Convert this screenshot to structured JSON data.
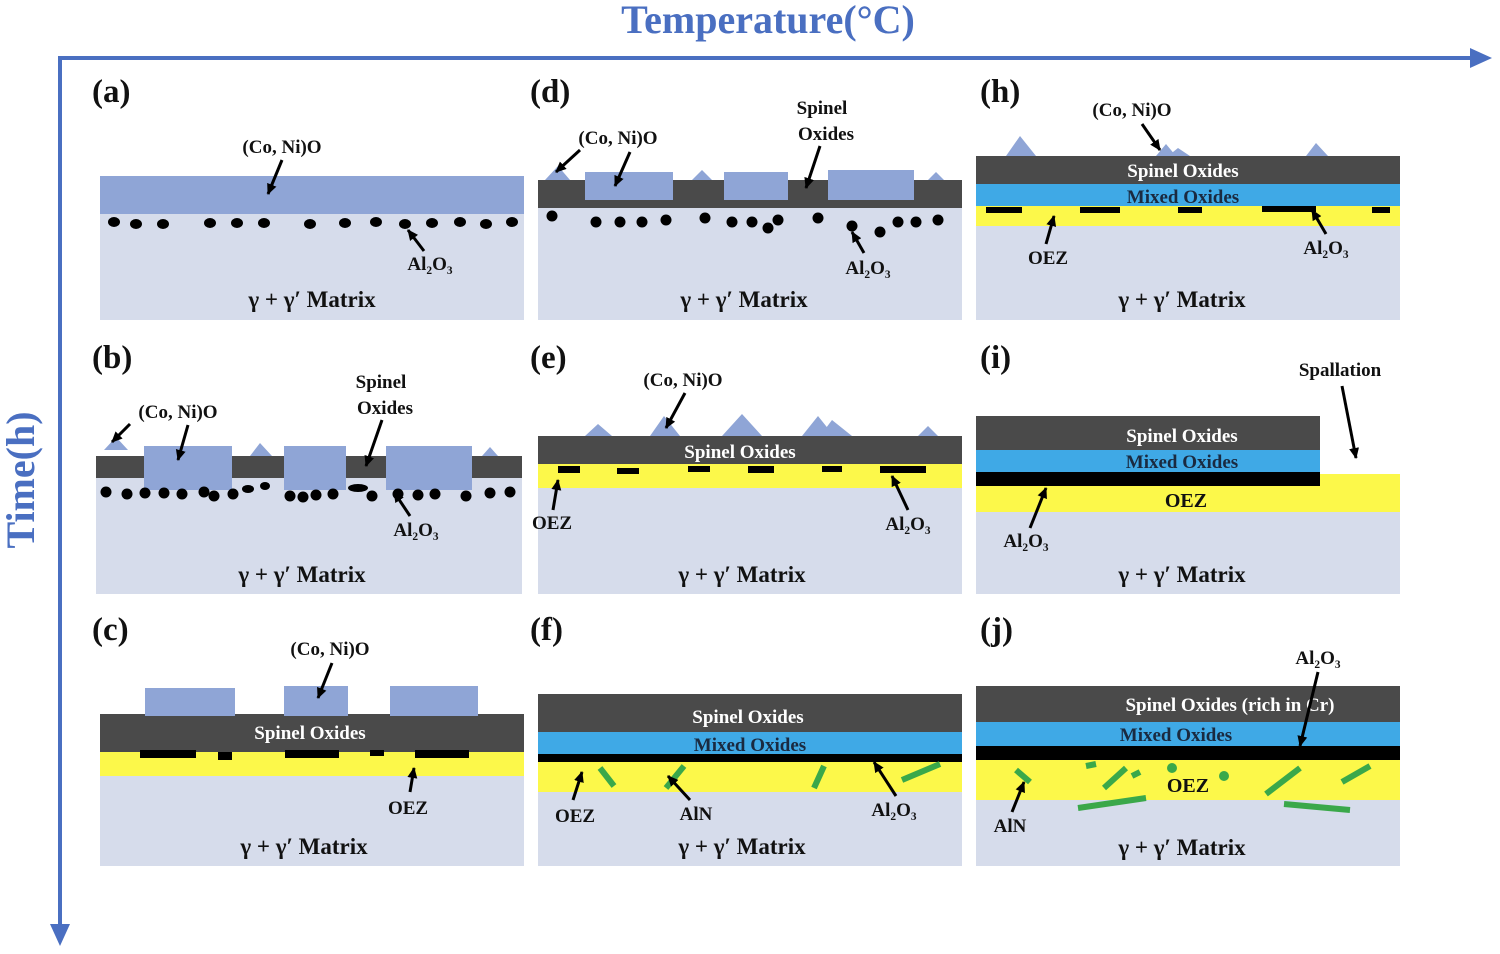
{
  "axes": {
    "x_title": "Temperature(°C)",
    "y_title": "Time(h)",
    "color": "#4a6fc1"
  },
  "colors": {
    "matrix": "#d6dceb",
    "coni_oxide": "#8fa5d6",
    "spinel": "#4a4a4a",
    "mixed": "#3fa9e6",
    "oez": "#fcf84a",
    "al2o3": "#000000",
    "aln": "#3aa84a"
  },
  "common": {
    "matrix": "γ + γ′ Matrix",
    "coni": "(Co, Ni)O",
    "al2o3": "Al₂O₃",
    "spinel_two_line": [
      "Spinel",
      "Oxides"
    ],
    "spinel": "Spinel Oxides",
    "mixed": "Mixed Oxides",
    "oez": "OEZ",
    "aln": "AlN"
  },
  "panels": {
    "a": {
      "label": "(a)"
    },
    "b": {
      "label": "(b)"
    },
    "c": {
      "label": "(c)"
    },
    "d": {
      "label": "(d)"
    },
    "e": {
      "label": "(e)"
    },
    "f": {
      "label": "(f)"
    },
    "h": {
      "label": "(h)"
    },
    "i": {
      "label": "(i)",
      "spallation": "Spallation"
    },
    "j": {
      "label": "(j)",
      "spinel_cr": "Spinel Oxides (rich in Cr)"
    }
  }
}
